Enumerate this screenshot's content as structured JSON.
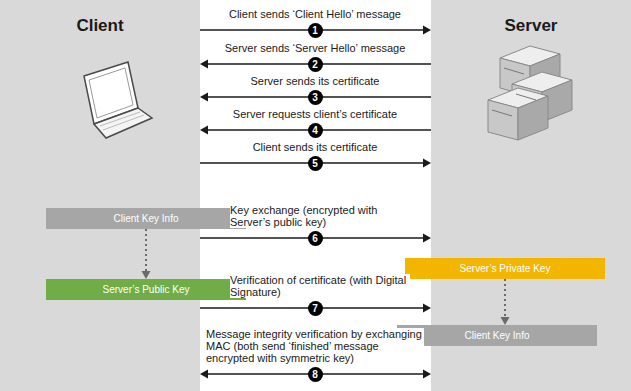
{
  "diagram": {
    "nodes": [
      {
        "text": [
          "Client"
        ]
      },
      {
        "text": [
          "Server"
        ]
      },
      {
        "text": [
          "Client Key Info"
        ],
        "in": 0
      },
      {
        "text": [
          "Server’s Public Key"
        ],
        "in": 0
      },
      {
        "text": [
          "Server’s Private Key"
        ],
        "in": 1
      },
      {
        "text": [
          "Client Key Info"
        ],
        "in": 1
      }
    ],
    "edges": [
      {
        "from": 0,
        "to": 1,
        "arrow": "to",
        "label": "Client sends ‘Client Hello’ message"
      },
      {
        "from": 1,
        "to": 0,
        "arrow": "to",
        "label": "Server sends ‘Server Hello’ message"
      },
      {
        "from": 1,
        "to": 0,
        "arrow": "to",
        "label": "Server sends its certificate"
      },
      {
        "from": 1,
        "to": 0,
        "arrow": "to",
        "label": "Server requests client’s certificate"
      },
      {
        "from": 0,
        "to": 1,
        "arrow": "to",
        "label": "Client sends its certificate"
      },
      {
        "from": 0,
        "to": 1,
        "arrow": "to",
        "label": "Key exchange (encrypted with Server’s public key)"
      },
      {
        "from": 0,
        "to": 1,
        "arrow": "to",
        "label": "Verification of certificate (with Digital Signature)"
      },
      {
        "from": 0,
        "to": 1,
        "arrow": "both",
        "label": "Message integrity verification by exchanging MAC (both send ‘finished’ message encrypted with symmetric key)"
      },
      {
        "from": 2,
        "to": 3,
        "arrow": "to"
      },
      {
        "from": 4,
        "to": 5,
        "arrow": "to"
      }
    ],
    "labels": [
      "1",
      "2",
      "3",
      "4",
      "5",
      "6",
      "7",
      "8"
    ]
  }
}
